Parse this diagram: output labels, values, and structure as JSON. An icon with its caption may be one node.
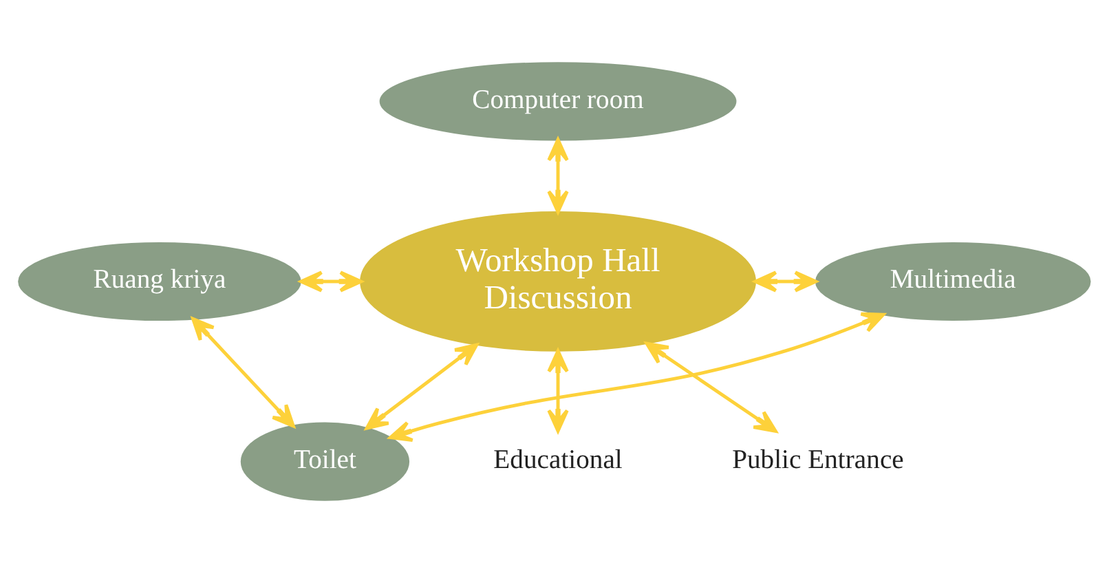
{
  "diagram": {
    "nodes": [
      {
        "text": [
          "Computer room"
        ]
      },
      {
        "text": [
          "Ruang kriya"
        ]
      },
      {
        "text": [
          "Workshop Hall",
          "Discussion"
        ]
      },
      {
        "text": [
          "Multimedia"
        ]
      },
      {
        "text": [
          "Toilet"
        ]
      },
      {
        "text": [
          "Educational"
        ]
      },
      {
        "text": [
          "Public Entrance"
        ]
      }
    ],
    "edges": [
      {
        "from": 2,
        "to": 0,
        "arrow": "both"
      },
      {
        "from": 1,
        "to": 2,
        "arrow": "both"
      },
      {
        "from": 2,
        "to": 3,
        "arrow": "both"
      },
      {
        "from": 2,
        "to": 4,
        "arrow": "both"
      },
      {
        "from": 4,
        "to": 3,
        "arrow": "both"
      },
      {
        "from": 1,
        "to": 4,
        "arrow": "both"
      },
      {
        "from": 2,
        "to": 5,
        "arrow": "both"
      },
      {
        "from": 2,
        "to": 6,
        "arrow": "both"
      }
    ]
  }
}
